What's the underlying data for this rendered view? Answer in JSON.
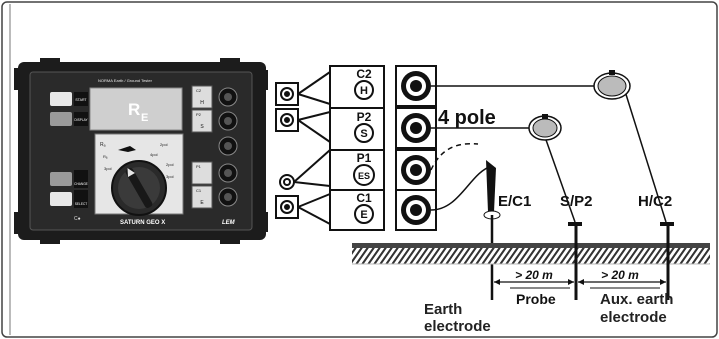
{
  "instrument": {
    "header": "NORMA Earth / Ground Tester",
    "display": {
      "symbol": "R",
      "subscript": "E"
    },
    "buttons": {
      "start": "START",
      "display": "DISPLAY",
      "change": "CHANGE",
      "select": "SELECT"
    },
    "sockets": [
      "C2",
      "P2",
      "P1",
      "C1"
    ],
    "socket_letters": [
      "H",
      "S",
      "",
      "E"
    ],
    "model": "SATURN GEO X",
    "brand": "LEM",
    "dial_labels": [
      "Rₐ",
      "Rₐ",
      "2pol",
      "4pol",
      "3pol",
      "2pol",
      "3pol"
    ]
  },
  "connectors": [
    {
      "top": "C2",
      "bottom": "H"
    },
    {
      "top": "P2",
      "bottom": "S"
    },
    {
      "top": "P1",
      "bottom": "ES"
    },
    {
      "top": "C1",
      "bottom": "E"
    }
  ],
  "mode_label": "4 pole",
  "electrodes": [
    {
      "label": "E/C1"
    },
    {
      "label": "S/P2"
    },
    {
      "label": "H/C2"
    }
  ],
  "distances": [
    "> 20 m",
    "> 20 m"
  ],
  "zones": [
    "Probe"
  ],
  "captions": [
    {
      "lines": [
        "Earth",
        "electrode"
      ]
    },
    {
      "lines": [
        "Aux. earth",
        "electrode"
      ]
    }
  ]
}
